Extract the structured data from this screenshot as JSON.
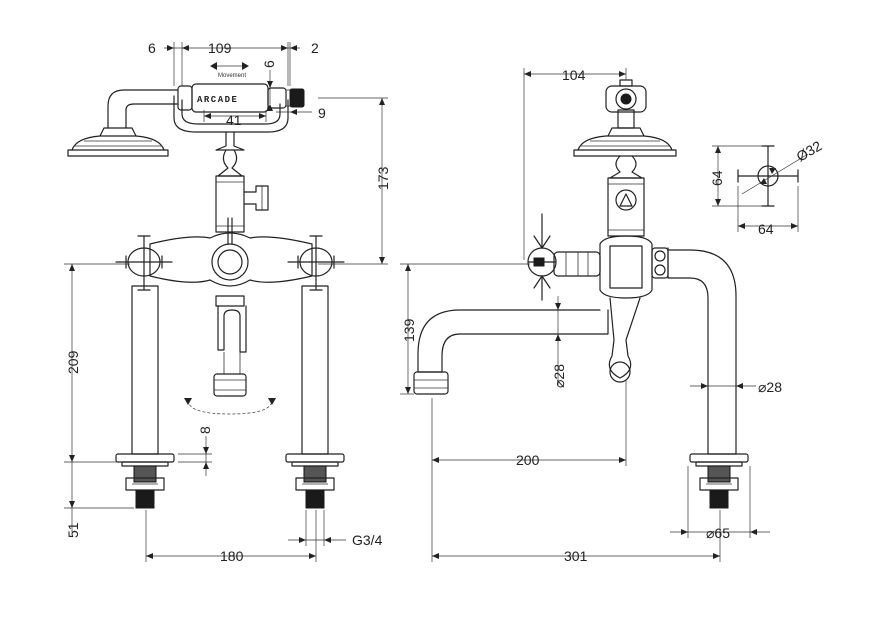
{
  "brand_label": "ARCADE",
  "movement_label": "Movement",
  "dimensions": {
    "d6_left": "6",
    "d109": "109",
    "d2": "2",
    "d6_vertical": "6",
    "d41": "41",
    "d9": "9",
    "d173": "173",
    "d209": "209",
    "d8": "8",
    "d51": "51",
    "d180": "180",
    "thread": "G3/4",
    "d104": "104",
    "d139": "139",
    "d28_spout": "⌀28",
    "d200": "200",
    "d301": "301",
    "d28_pillar": "⌀28",
    "d65": "⌀65",
    "d64_v": "64",
    "d64_h": "64",
    "d32": "Ø32"
  }
}
